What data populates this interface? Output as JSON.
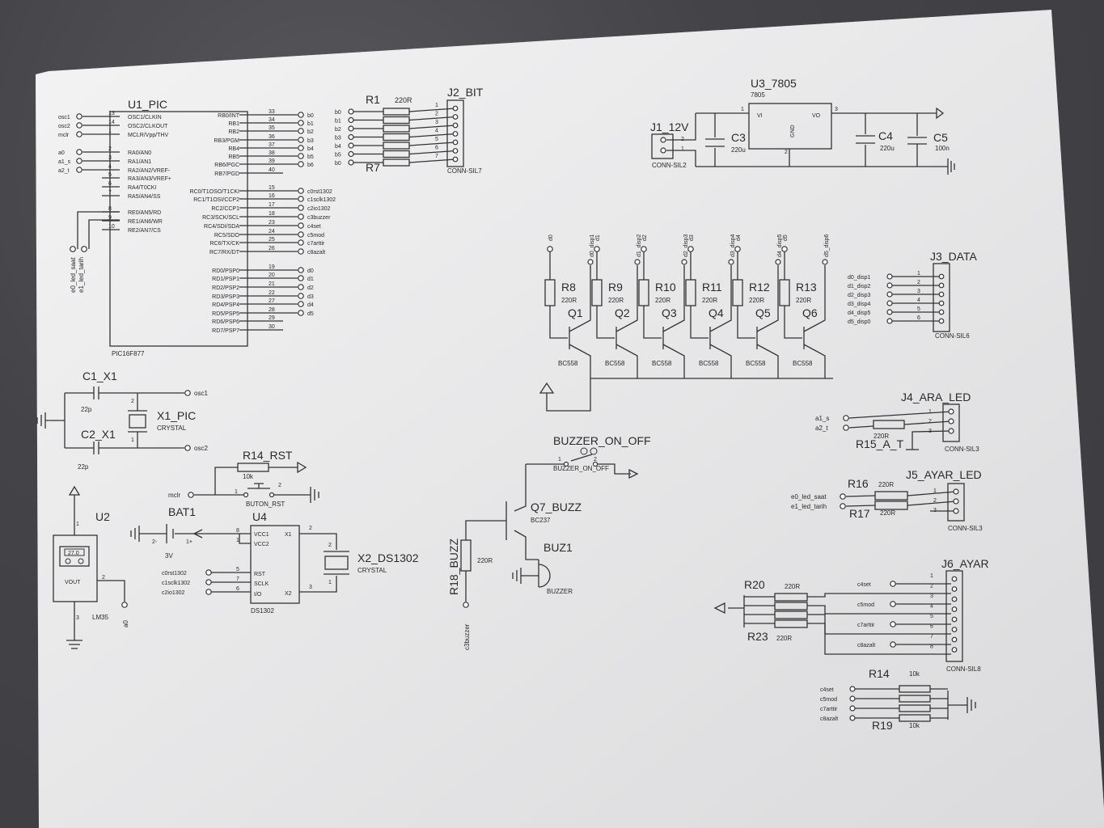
{
  "colors": {
    "paper": "#eeeeef",
    "ink": "#333333",
    "background": "#444448"
  },
  "u1": {
    "label": "U1_PIC",
    "part": "PIC16F877",
    "left_pins": [
      {
        "num": "13",
        "name": "OSC1/CLKIN",
        "net": "osc1"
      },
      {
        "num": "14",
        "name": "OSC2/CLKOUT",
        "net": "osc2"
      },
      {
        "num": "1",
        "name": "MCLR/Vpp/THV",
        "net": "mclr"
      },
      {
        "num": "2",
        "name": "RA0/AN0",
        "net": "a0"
      },
      {
        "num": "3",
        "name": "RA1/AN1",
        "net": "a1_s"
      },
      {
        "num": "4",
        "name": "RA2/AN2/VREF-",
        "net": "a2_t"
      },
      {
        "num": "5",
        "name": "RA3/AN3/VREF+",
        "net": ""
      },
      {
        "num": "6",
        "name": "RA4/T0CKI",
        "net": ""
      },
      {
        "num": "7",
        "name": "RA5/AN4/SS",
        "net": ""
      },
      {
        "num": "8",
        "name": "RE0/AN5/RD",
        "net": ""
      },
      {
        "num": "9",
        "name": "RE1/AN6/WR",
        "net": ""
      },
      {
        "num": "10",
        "name": "RE2/AN7/CS",
        "net": ""
      }
    ],
    "right_pins": [
      {
        "num": "33",
        "name": "RB0/INT",
        "net": "b0"
      },
      {
        "num": "34",
        "name": "RB1",
        "net": "b1"
      },
      {
        "num": "35",
        "name": "RB2",
        "net": "b2"
      },
      {
        "num": "36",
        "name": "RB3/PGM",
        "net": "b3"
      },
      {
        "num": "37",
        "name": "RB4",
        "net": "b4"
      },
      {
        "num": "38",
        "name": "RB5",
        "net": "b5"
      },
      {
        "num": "39",
        "name": "RB6/PGC",
        "net": "b6"
      },
      {
        "num": "40",
        "name": "RB7/PGD",
        "net": ""
      },
      {
        "num": "15",
        "name": "RC0/T1OSO/T1CKI",
        "net": "c0rst1302"
      },
      {
        "num": "16",
        "name": "RC1/T1OSI/CCP2",
        "net": "c1sclk1302"
      },
      {
        "num": "17",
        "name": "RC2/CCP1",
        "net": "c2io1302"
      },
      {
        "num": "18",
        "name": "RC3/SCK/SCL",
        "net": "c3buzzer"
      },
      {
        "num": "23",
        "name": "RC4/SDI/SDA",
        "net": "c4set"
      },
      {
        "num": "24",
        "name": "RC5/SDO",
        "net": "c5mod"
      },
      {
        "num": "25",
        "name": "RC6/TX/CK",
        "net": "c7arttir"
      },
      {
        "num": "26",
        "name": "RC7/RX/DT",
        "net": "c8azalt"
      },
      {
        "num": "19",
        "name": "RD0/PSP0",
        "net": "d0"
      },
      {
        "num": "20",
        "name": "RD1/PSP1",
        "net": "d1"
      },
      {
        "num": "21",
        "name": "RD2/PSP2",
        "net": "d2"
      },
      {
        "num": "22",
        "name": "RD3/PSP3",
        "net": "d3"
      },
      {
        "num": "27",
        "name": "RD4/PSP4",
        "net": "d4"
      },
      {
        "num": "28",
        "name": "RD5/PSP5",
        "net": "d5"
      },
      {
        "num": "29",
        "name": "RD6/PSP6",
        "net": ""
      },
      {
        "num": "30",
        "name": "RD7/PSP7",
        "net": ""
      }
    ],
    "led_nets": [
      "e0_led_saat",
      "e1_led_tarih"
    ]
  },
  "r1": {
    "label": "R1",
    "value": "220R",
    "end_label": "R7",
    "nets": [
      "b0",
      "b1",
      "b2",
      "b3",
      "b4",
      "b5",
      "b0"
    ]
  },
  "j2": {
    "label": "J2_BIT",
    "part": "CONN-SIL7",
    "pins": [
      "1",
      "2",
      "3",
      "4",
      "5",
      "6",
      "7"
    ]
  },
  "u3": {
    "label": "U3_7805",
    "part": "7805",
    "vi": "VI",
    "vo": "VO",
    "gnd": "GND",
    "pin1": "1",
    "pin2": "2",
    "pin3": "3"
  },
  "j1": {
    "label": "J1_12V",
    "part": "CONN-SIL2",
    "pin1": "1",
    "pin2": "2"
  },
  "c3": {
    "label": "C3",
    "value": "220u"
  },
  "c4": {
    "label": "C4",
    "value": "220u"
  },
  "c5": {
    "label": "C5",
    "value": "100n"
  },
  "drivers": [
    {
      "r": "R8",
      "q": "Q1",
      "net": "d0",
      "disp": "d0_disp1"
    },
    {
      "r": "R9",
      "q": "Q2",
      "net": "d1",
      "disp": "d1_disp2"
    },
    {
      "r": "R10",
      "q": "Q3",
      "net": "d2",
      "disp": "d2_disp3"
    },
    {
      "r": "R11",
      "q": "Q4",
      "net": "d3",
      "disp": "d3_disp4"
    },
    {
      "r": "R12",
      "q": "Q5",
      "net": "d4",
      "disp": "d4_disp5"
    },
    {
      "r": "R13",
      "q": "Q6",
      "net": "d5",
      "disp": "d5_disp6"
    }
  ],
  "driver_r_value": "220R",
  "driver_q_part": "BC558",
  "j3": {
    "label": "J3_DATA",
    "part": "CONN-SIL6",
    "nets": [
      "d0_disp1",
      "d1_disp2",
      "d2_disp3",
      "d3_disp4",
      "d4_disp5",
      "d5_disp0"
    ],
    "pins": [
      "1",
      "2",
      "3",
      "4",
      "5",
      "6"
    ]
  },
  "j4": {
    "label": "J4_ARA_LED",
    "part": "CONN-SIL3",
    "nets": [
      "a1_s",
      "a2_t"
    ],
    "r": "R15_A_T",
    "r_value": "220R",
    "pins": [
      "1",
      "2",
      "3"
    ]
  },
  "j5": {
    "label": "J5_AYAR_LED",
    "part": "CONN-SIL3",
    "nets": [
      "e0_led_saat",
      "e1_led_tarih"
    ],
    "r_top": "R16",
    "r_bottom": "R17",
    "r_value": "220R",
    "pins": [
      "1",
      "2",
      "3"
    ]
  },
  "j6": {
    "label": "J6_AYAR",
    "part": "CONN-SIL8",
    "nets": [
      "c4set",
      "c5mod",
      "c7arttir",
      "c8azalt"
    ],
    "r_top": "R20",
    "r_bottom": "R23",
    "r_value": "220R",
    "pins": [
      "1",
      "2",
      "3",
      "4",
      "5",
      "6",
      "7",
      "8"
    ]
  },
  "r14pd": {
    "label": "R14",
    "value": "10k",
    "end_label": "R19",
    "nets": [
      "c4set",
      "c5mod",
      "c7arttir",
      "c8azalt"
    ]
  },
  "crystal1": {
    "c1": "C1_X1",
    "c2": "C2_X1",
    "cap_value": "22p",
    "x": "X1_PIC",
    "x_part": "CRYSTAL",
    "net1": "osc1",
    "net2": "osc2",
    "p1": "1",
    "p2": "2"
  },
  "reset": {
    "r": "R14_RST",
    "r_value": "10k",
    "button": "BUTON_RST",
    "net": "mclr",
    "p1": "1",
    "p2": "2"
  },
  "u4": {
    "label": "U4",
    "part": "DS1302",
    "vcc1": "VCC1",
    "vcc2": "VCC2",
    "x1": "X1",
    "x2": "X2",
    "rst": "RST",
    "sclk": "SCLK",
    "io": "I/O",
    "nets": [
      "c0rst1302",
      "c1sclk1302",
      "c2io1302"
    ],
    "pins": {
      "p8": "8",
      "p1": "1",
      "p2": "2",
      "p3": "3",
      "p5": "5",
      "p7": "7",
      "p6": "6"
    }
  },
  "bat": {
    "label": "BAT1",
    "value": "3V",
    "minus": "2-",
    "plus": "1+"
  },
  "x2": {
    "label": "X2_DS1302",
    "part": "CRYSTAL",
    "p1": "1",
    "p2": "2"
  },
  "u2": {
    "label": "U2",
    "part": "LM35",
    "reading": "27.0",
    "vout": "VOUT",
    "net": "a0",
    "p1": "1",
    "p2": "2",
    "p3": "3"
  },
  "buzzer": {
    "switch": "BUZZER_ON_OFF",
    "switch2": "BUZZER_ON_OFF",
    "q": "Q7_BUZZ",
    "q_part": "BC237",
    "r": "R18_BUZZ",
    "r_value": "220R",
    "net": "c3buzzer",
    "bz": "BUZ1",
    "bz_part": "BUZZER",
    "p1": "1",
    "p2": "2"
  }
}
